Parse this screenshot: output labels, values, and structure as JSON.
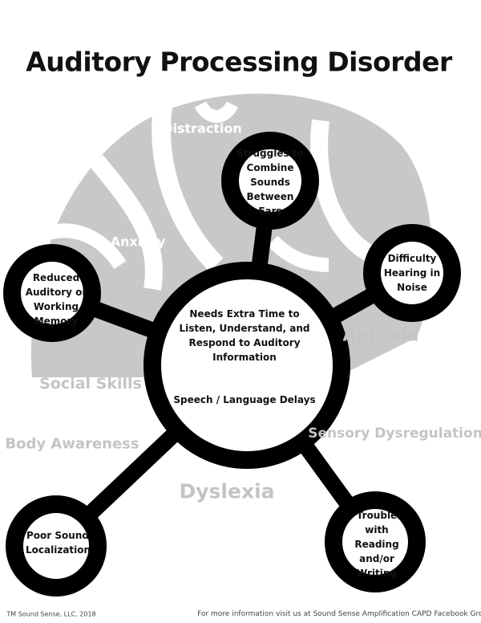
{
  "title": "Auditory Processing Disorder",
  "background_labels": {
    "distraction": "Distraction",
    "anxiety": "Anxiety",
    "apraxia": "Apraxia",
    "social_skills": "Social Skills",
    "sensory": "Sensory Dysregulation",
    "body_awareness": "Body Awareness",
    "dyslexia": "Dyslexia"
  },
  "center": {
    "line1": "Needs Extra Time to Listen, Understand, and Respond to Auditory Information",
    "line2": "Speech / Language Delays"
  },
  "nodes": {
    "top": "Struggles to Combine Sounds Between Ears",
    "right": "Difficulty Hearing in Noise",
    "left": "Reduced Auditory or Working Memory",
    "bottom_left": "Poor Sound Localization",
    "bottom_right": "Trouble with Reading and/or Writing"
  },
  "footer": {
    "copyright": "TM Sound Sense, LLC, 2018",
    "info": "For more information visit us at Sound Sense Amplification CAPD Facebook Group"
  },
  "colors": {
    "brain": "#c8c8c8",
    "ring": "#000000"
  }
}
